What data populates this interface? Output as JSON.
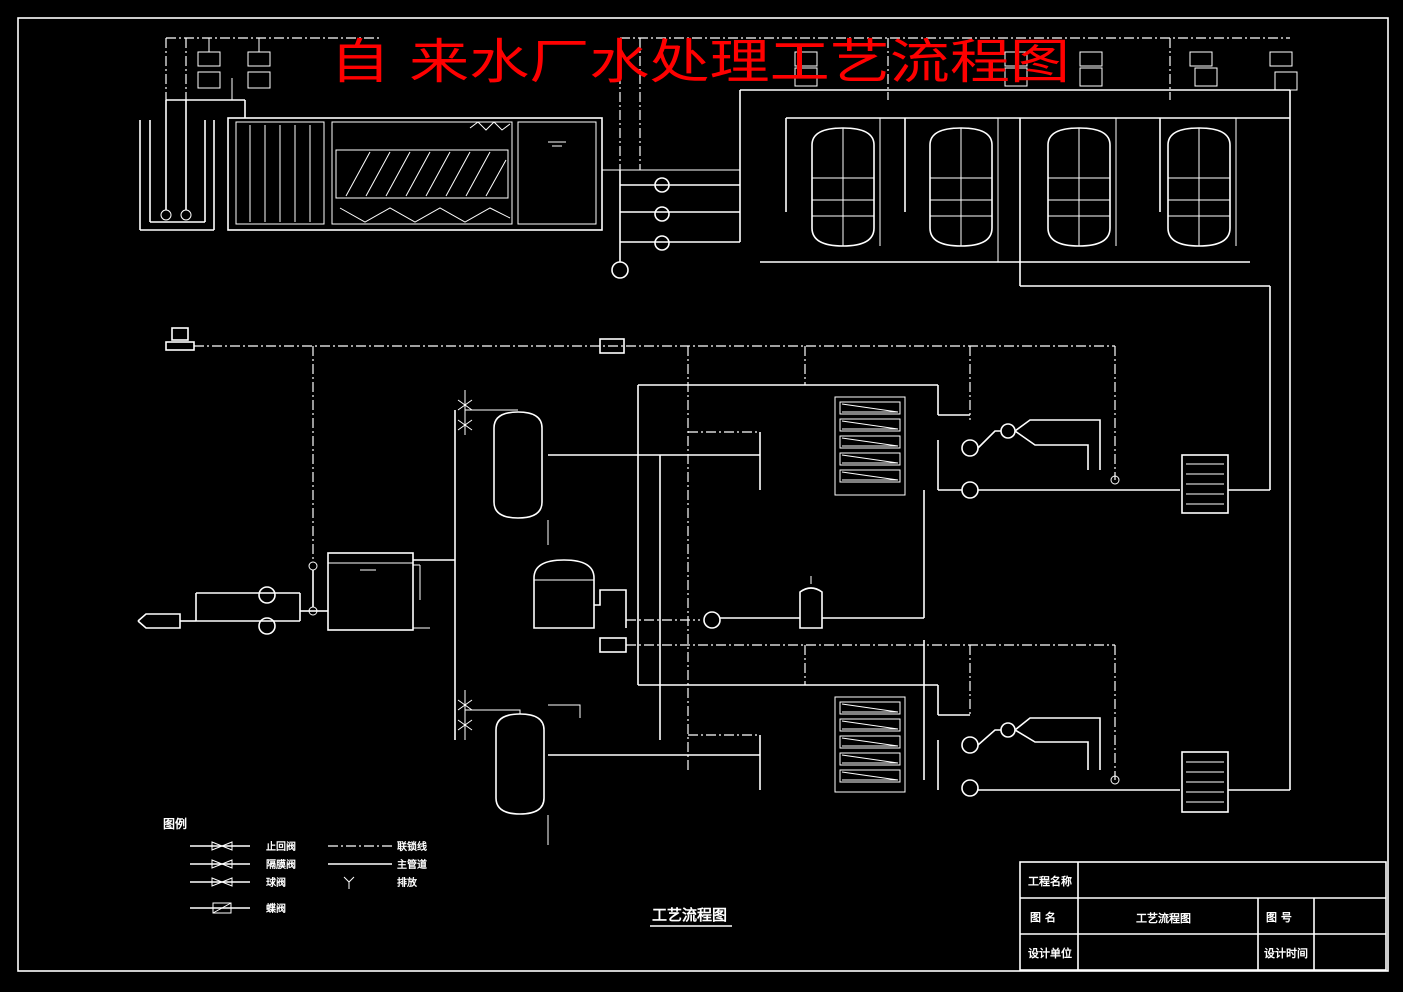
{
  "title": "自 来水厂水处理工艺流程图",
  "subtitle": "工艺流程图",
  "legend": {
    "heading": "图例",
    "items": [
      {
        "symbol": "check-valve",
        "label": "止回阀"
      },
      {
        "symbol": "diaphragm-valve",
        "label": "隔膜阀"
      },
      {
        "symbol": "globe-valve",
        "label": "球阀"
      },
      {
        "symbol": "butterfly-valve",
        "label": "蝶阀"
      },
      {
        "symbol": "interlock-line",
        "label": "联锁线"
      },
      {
        "symbol": "main-pipe",
        "label": "主管道"
      },
      {
        "symbol": "drain",
        "label": "排放"
      }
    ]
  },
  "title_block": {
    "project_name_label": "工程名称",
    "drawing_name_label": "图  名",
    "drawing_name_value": "工艺流程图",
    "drawing_no_label": "图  号",
    "design_unit_label": "设计单位",
    "design_date_label": "设计时间"
  },
  "colors": {
    "background": "#000000",
    "lines": "#ffffff",
    "title": "#ff0000"
  }
}
